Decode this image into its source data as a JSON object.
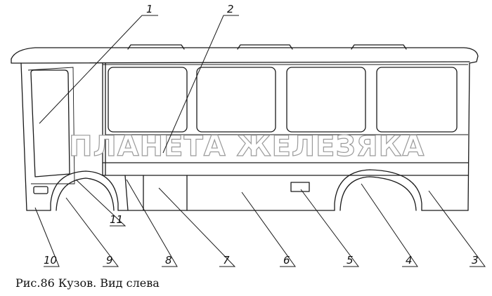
{
  "caption": "Рис.86 Кузов. Вид слева",
  "watermark": "ПЛАНЕТА ЖЕЛЕЗЯКА",
  "callouts": [
    {
      "id": 1,
      "label": "1"
    },
    {
      "id": 2,
      "label": "2"
    },
    {
      "id": 3,
      "label": "3"
    },
    {
      "id": 4,
      "label": "4"
    },
    {
      "id": 5,
      "label": "5"
    },
    {
      "id": 6,
      "label": "6"
    },
    {
      "id": 7,
      "label": "7"
    },
    {
      "id": 8,
      "label": "8"
    },
    {
      "id": 9,
      "label": "9"
    },
    {
      "id": 10,
      "label": "10"
    },
    {
      "id": 11,
      "label": "11"
    }
  ]
}
